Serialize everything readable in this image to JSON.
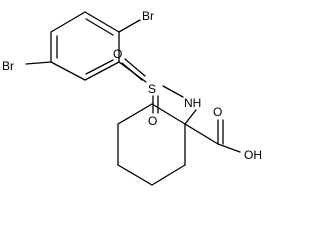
{
  "molecule": {
    "atoms": {
      "br_top": "Br",
      "br_left": "Br",
      "sulfur": "S",
      "oxygen_left": "O",
      "oxygen_bottom": "O",
      "nh": "NH",
      "carbonyl_oxygen": "O",
      "hydroxyl": "OH"
    }
  },
  "colors": {
    "bond": "#000000",
    "label": "#000000",
    "background": "#ffffff"
  }
}
